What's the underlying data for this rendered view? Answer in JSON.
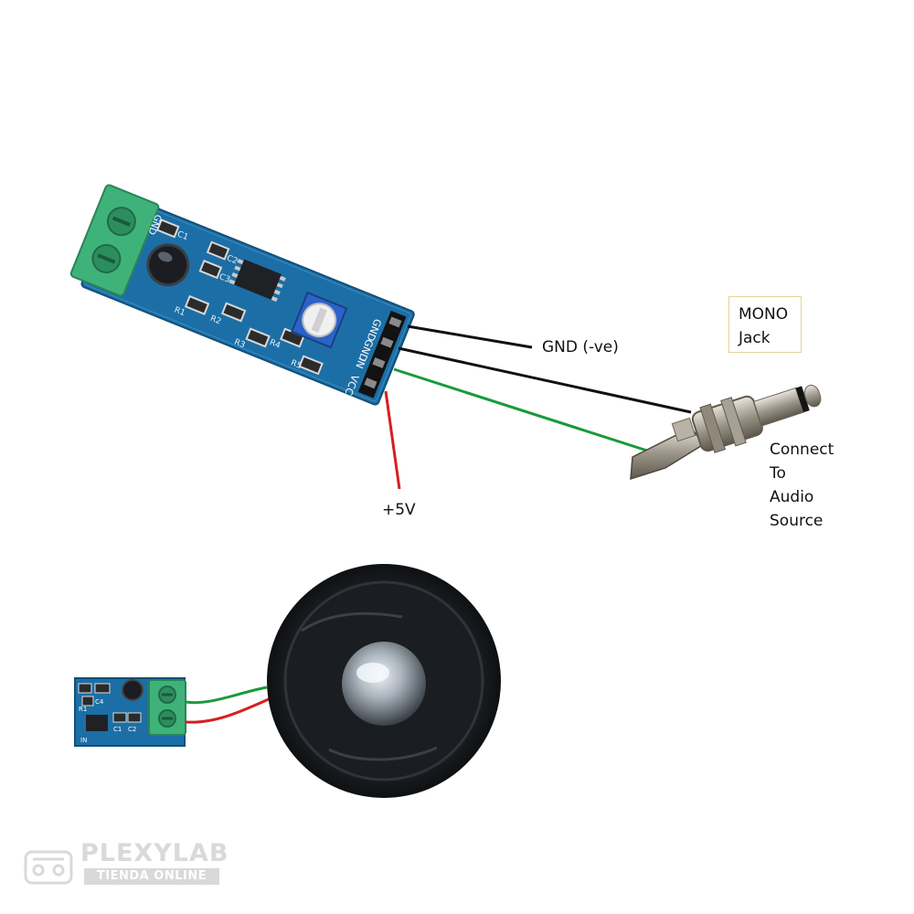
{
  "labels": {
    "gnd": "GND (-ve)",
    "vcc": "+5V",
    "jack_title": [
      "MONO",
      "Jack"
    ],
    "connect": [
      "Connect",
      "To",
      "Audio",
      "Source"
    ]
  },
  "board": {
    "pins": [
      "GND",
      "GND",
      "IN",
      "VCC"
    ],
    "terminal_label": "GND",
    "parts": [
      "C1",
      "C2",
      "C3",
      "R1",
      "R2",
      "R3",
      "R4",
      "R5"
    ]
  },
  "small_board": {
    "parts": [
      "R1",
      "C4",
      "C1",
      "C2",
      "IN"
    ]
  },
  "watermark": {
    "name": "PLEXYLAB",
    "tagline": "TIENDA ONLINE"
  },
  "colors": {
    "pcb": "#1c6fa6",
    "terminal": "#3fb27a",
    "wire_gnd": "#111111",
    "wire_signal": "#1a9a3a",
    "wire_vcc": "#d42020",
    "speaker": "#1b1e22",
    "label_border": "#e8d29a"
  }
}
